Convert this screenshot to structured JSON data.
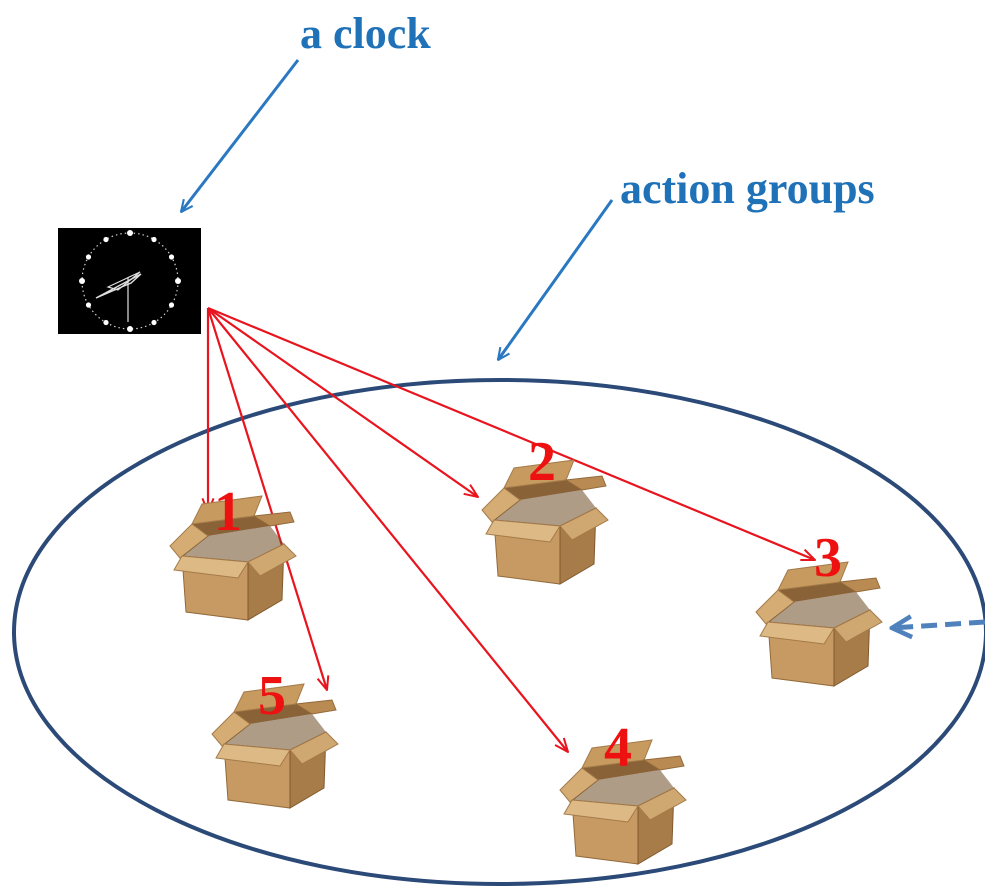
{
  "labels": {
    "clock_caption": "a clock",
    "groups_caption": "action groups"
  },
  "boxes": [
    {
      "number": "1"
    },
    {
      "number": "2"
    },
    {
      "number": "3"
    },
    {
      "number": "4"
    },
    {
      "number": "5"
    }
  ],
  "icons": {
    "clock": "clock-icon",
    "box": "cardboard-box-icon"
  },
  "colors": {
    "caption_blue": "#1f72b8",
    "pointer_blue": "#2a78c2",
    "ellipse_stroke": "#2c4a78",
    "trigger_red": "#e8141e",
    "number_red": "#ee1111",
    "dashed_arrow": "#4f81bd",
    "clock_bg": "#000000"
  }
}
